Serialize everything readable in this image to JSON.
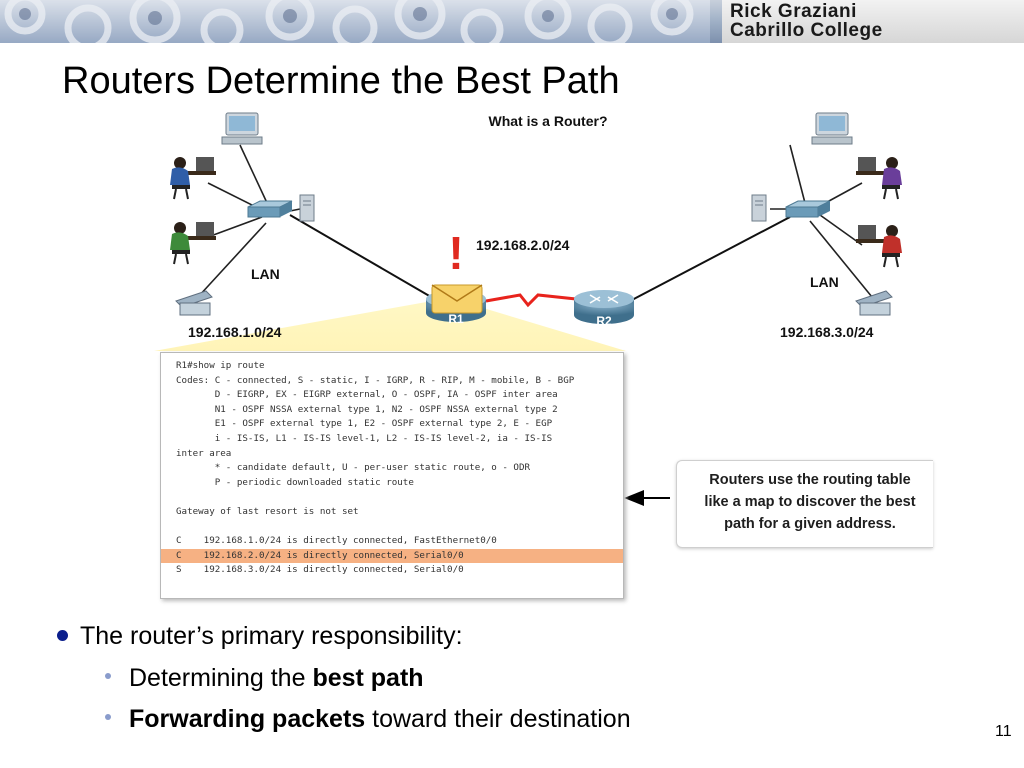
{
  "banner": {
    "name_line1": "Rick Graziani",
    "name_line2": "Cabrillo College"
  },
  "title": "Routers Determine the Best Path",
  "diagram": {
    "heading": "What is a Router?",
    "left_lan_label": "LAN",
    "left_network": "192.168.1.0/24",
    "right_lan_label": "LAN",
    "right_network": "192.168.3.0/24",
    "wan_network": "192.168.2.0/24",
    "router1_label": "R1",
    "router2_label": "R2",
    "alert_mark": "!"
  },
  "cli": {
    "lines": [
      "R1#show ip route",
      "Codes: C - connected, S - static, I - IGRP, R - RIP, M - mobile, B - BGP",
      "       D - EIGRP, EX - EIGRP external, O - OSPF, IA - OSPF inter area",
      "       N1 - OSPF NSSA external type 1, N2 - OSPF NSSA external type 2",
      "       E1 - OSPF external type 1, E2 - OSPF external type 2, E - EGP",
      "       i - IS-IS, L1 - IS-IS level-1, L2 - IS-IS level-2, ia - IS-IS",
      "inter area",
      "       * - candidate default, U - per-user static route, o - ODR",
      "       P - periodic downloaded static route",
      "",
      "Gateway of last resort is not set",
      "",
      "C    192.168.1.0/24 is directly connected, FastEthernet0/0",
      "C    192.168.2.0/24 is directly connected, Serial0/0",
      "S    192.168.3.0/24 is directly connected, Serial0/0"
    ]
  },
  "callout": {
    "line1": "Routers use the routing table",
    "line2": "like a map to discover the best",
    "line3": "path for a given address."
  },
  "bullets": {
    "main": "The router’s primary responsibility:",
    "sub1_normal": "Determining the ",
    "sub1_bold": "best path",
    "sub2_bold": "Forwarding packets",
    "sub2_normal": " toward their destination"
  },
  "page_number": "11",
  "colors": {
    "route_highlight": "#f6b183",
    "bullet": "#0b1e8c",
    "serial_link": "#e8231c",
    "router": "#4f7f9c"
  },
  "icons": {
    "alert": "exclamation-icon",
    "packet": "envelope-icon"
  }
}
